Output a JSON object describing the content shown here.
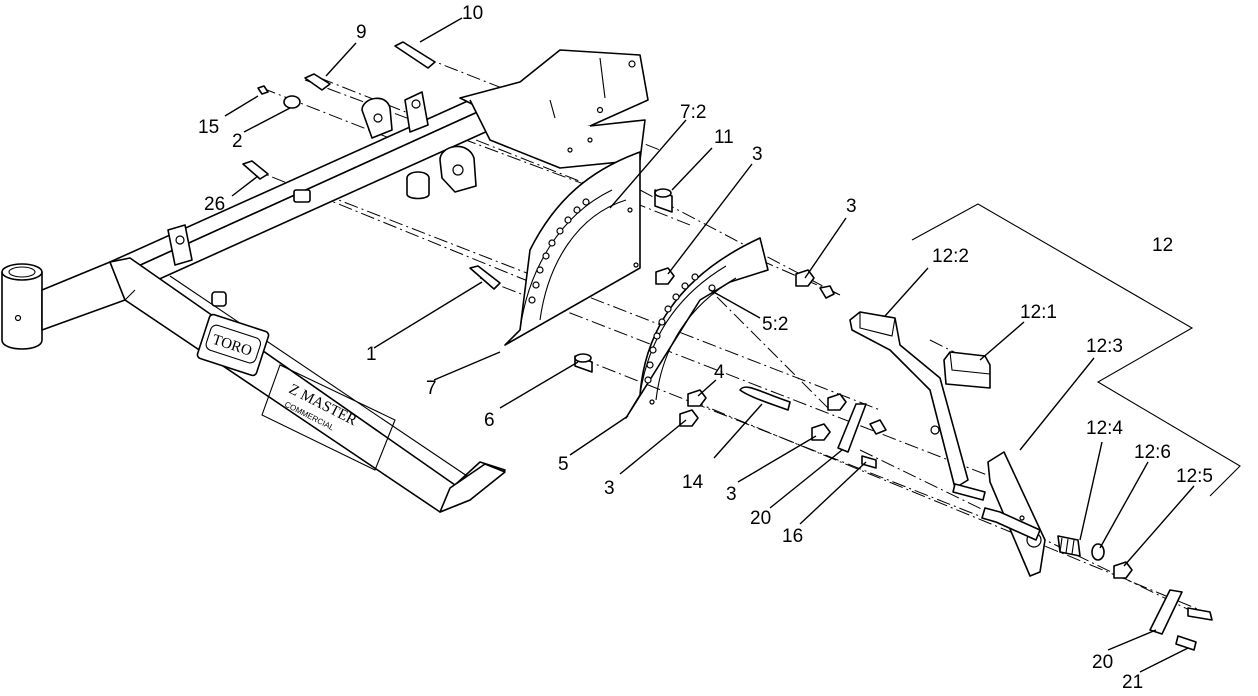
{
  "diagram": {
    "callouts": [
      {
        "id": "c10",
        "label": "10"
      },
      {
        "id": "c9",
        "label": "9"
      },
      {
        "id": "c15",
        "label": "15"
      },
      {
        "id": "c2",
        "label": "2"
      },
      {
        "id": "c26",
        "label": "26"
      },
      {
        "id": "c7-2",
        "label": "7:2"
      },
      {
        "id": "c11",
        "label": "11"
      },
      {
        "id": "c3a",
        "label": "3"
      },
      {
        "id": "c3b",
        "label": "3"
      },
      {
        "id": "c12",
        "label": "12"
      },
      {
        "id": "c12-2",
        "label": "12:2"
      },
      {
        "id": "c12-1",
        "label": "12:1"
      },
      {
        "id": "c12-3",
        "label": "12:3"
      },
      {
        "id": "c1",
        "label": "1"
      },
      {
        "id": "c5-2",
        "label": "5:2"
      },
      {
        "id": "c7",
        "label": "7"
      },
      {
        "id": "c4",
        "label": "4"
      },
      {
        "id": "c6",
        "label": "6"
      },
      {
        "id": "c5",
        "label": "5"
      },
      {
        "id": "c3c",
        "label": "3"
      },
      {
        "id": "c14",
        "label": "14"
      },
      {
        "id": "c3d",
        "label": "3"
      },
      {
        "id": "c20a",
        "label": "20"
      },
      {
        "id": "c16",
        "label": "16"
      },
      {
        "id": "c12-4",
        "label": "12:4"
      },
      {
        "id": "c12-6",
        "label": "12:6"
      },
      {
        "id": "c12-5",
        "label": "12:5"
      },
      {
        "id": "c20b",
        "label": "20"
      },
      {
        "id": "c21",
        "label": "21"
      }
    ],
    "frame_markings": {
      "logo": "TORO",
      "model": "Z MASTER",
      "submodel": "COMMERCIAL"
    }
  }
}
